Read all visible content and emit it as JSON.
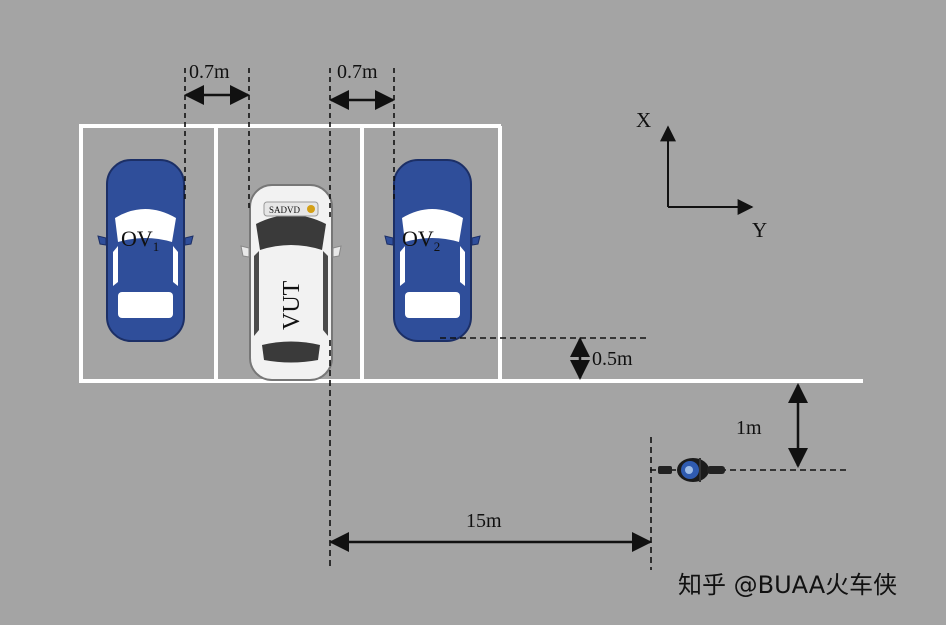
{
  "colors": {
    "background": "#a4a4a4",
    "parking_line": "#ffffff",
    "ov_body": "#2f4e9a",
    "ov_outline": "#1c2f66",
    "vut_body": "#f2f2f2",
    "dim_line": "#111111"
  },
  "labels": {
    "ov1_main": "OV",
    "ov1_sub": "1",
    "ov2_main": "OV",
    "ov2_sub": "2",
    "vut": "VUT",
    "vut_badge": "SADVD"
  },
  "dimensions": {
    "gap_left": "0.7m",
    "gap_right": "0.7m",
    "rear_offset": "0.5m",
    "lateral_offset": "1m",
    "longitudinal_distance": "15m"
  },
  "axes": {
    "x_label": "X",
    "y_label": "Y"
  },
  "icons": {
    "target": "motorcycle-icon"
  },
  "watermark": "知乎 @BUAA火车侠"
}
